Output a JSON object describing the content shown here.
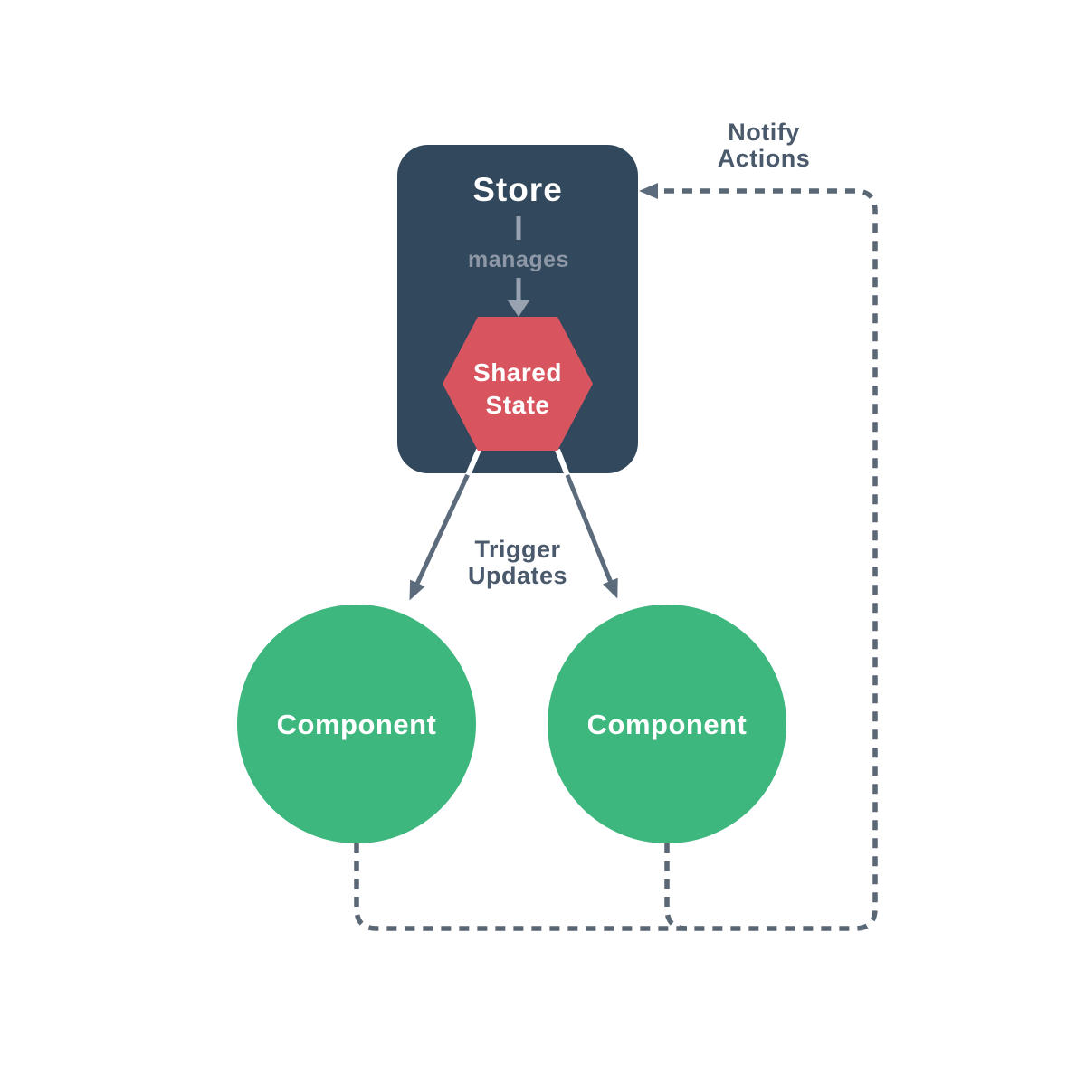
{
  "diagram": {
    "store": {
      "title": "Store",
      "relation_label": "manages"
    },
    "shared_state": {
      "label_line1": "Shared",
      "label_line2": "State"
    },
    "components": {
      "left_label": "Component",
      "right_label": "Component"
    },
    "annotations": {
      "notify_line1": "Notify",
      "notify_line2": "Actions",
      "trigger_line1": "Trigger",
      "trigger_line2": "Updates"
    },
    "colors": {
      "store_bg": "#31485D",
      "shared_state_bg": "#D8555F",
      "component_bg": "#3DB77E",
      "text_on_dark": "#FFFFFF",
      "label_dark": "#4A5A6C",
      "label_muted": "#8D97A6",
      "connector": "#5C6B7B",
      "connector_light": "#98A2B0",
      "dashed_line": "#5A6774"
    }
  }
}
